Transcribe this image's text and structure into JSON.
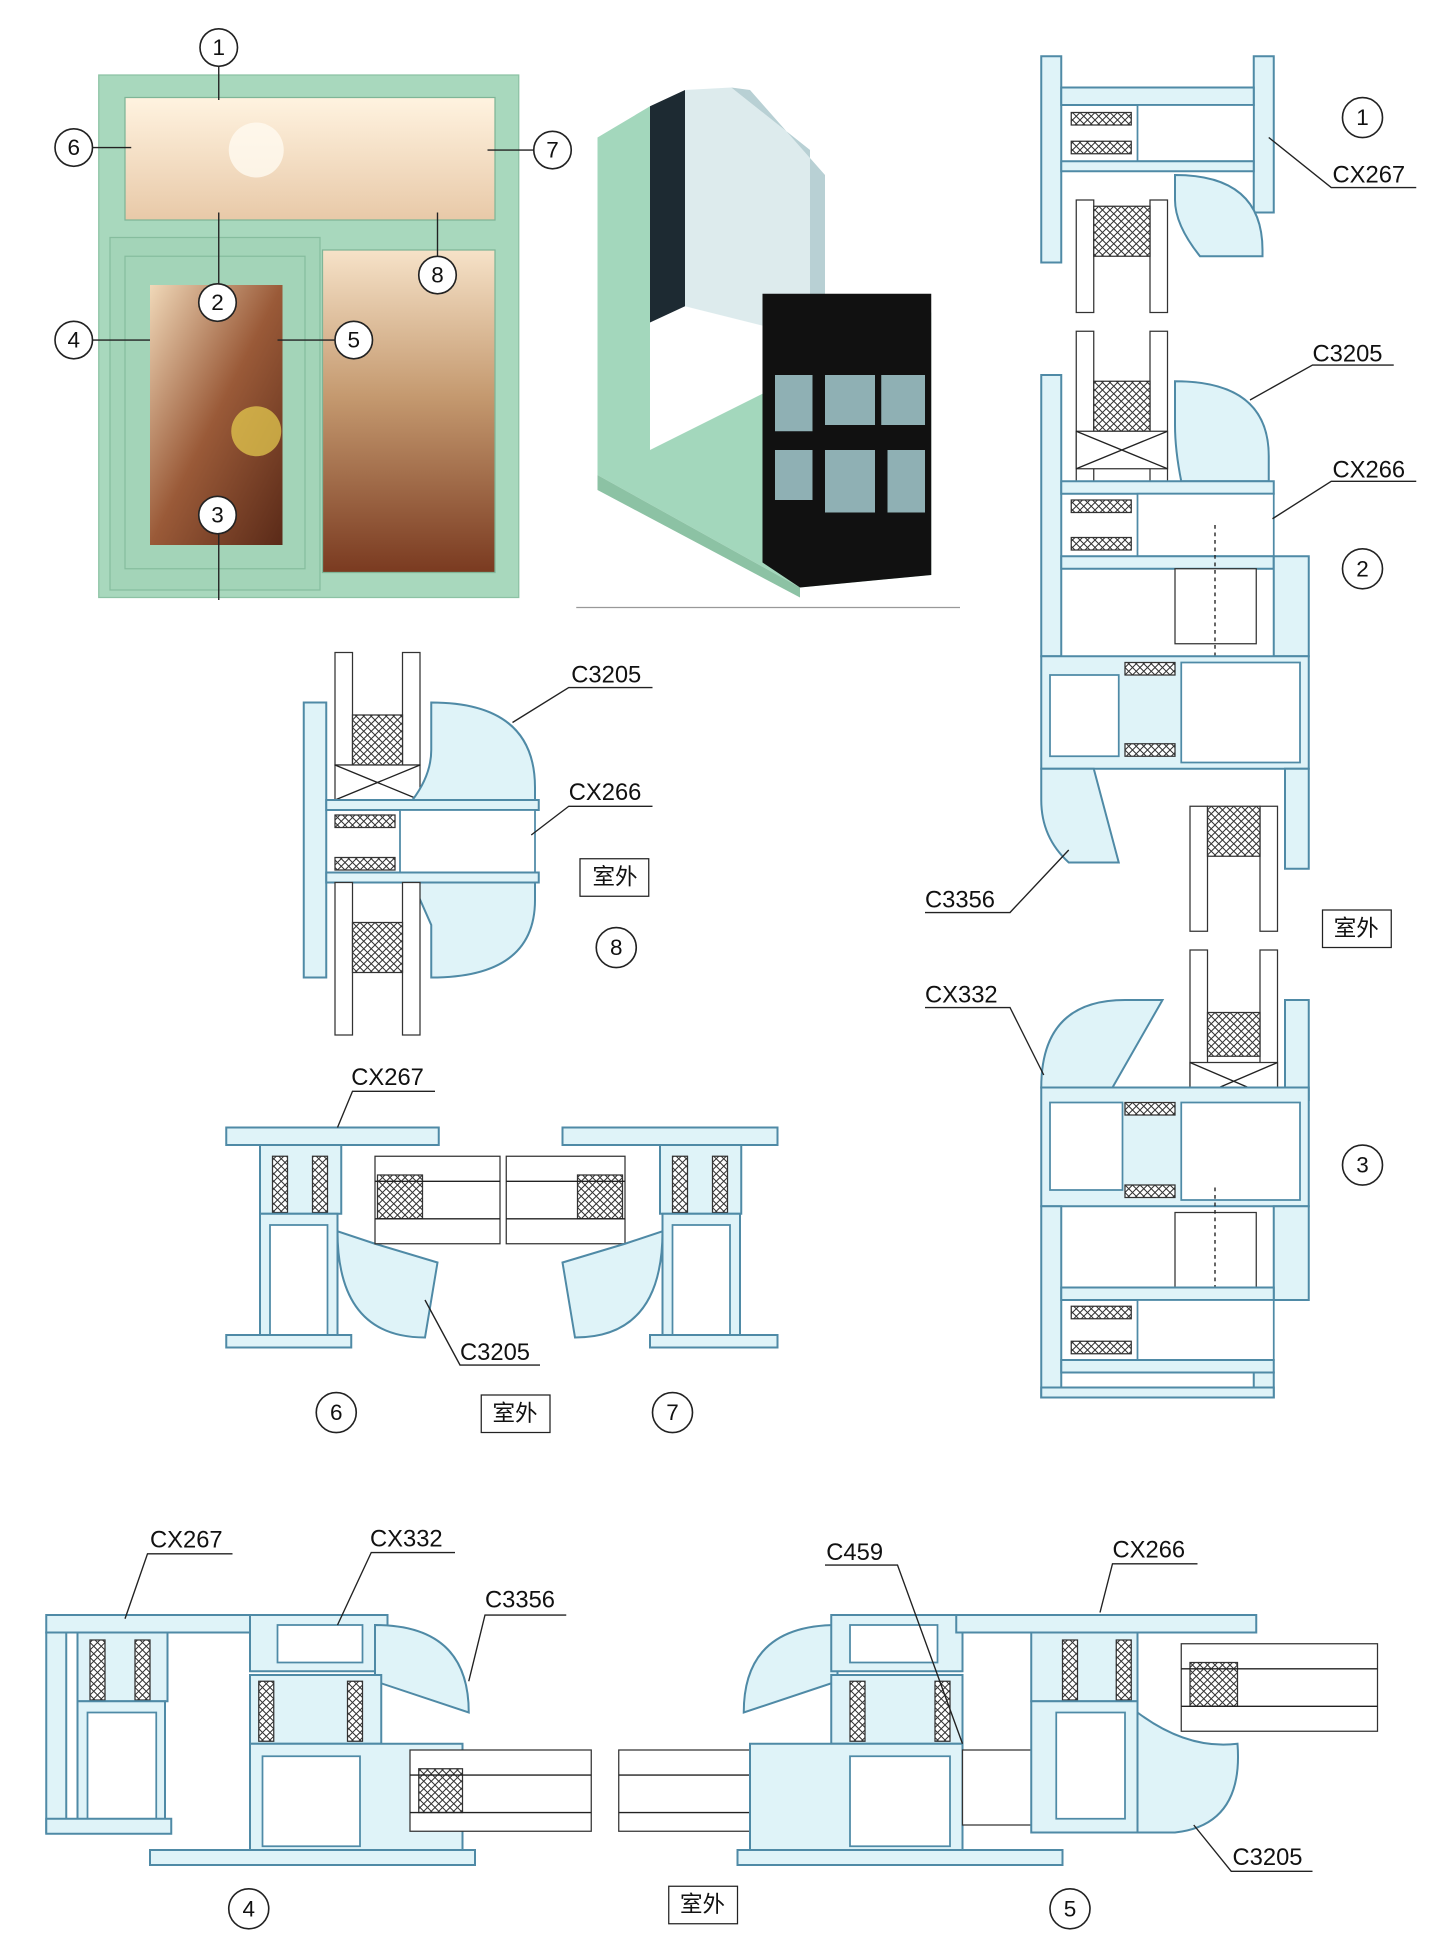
{
  "photo_callouts": [
    "1",
    "2",
    "3",
    "4",
    "5",
    "6",
    "7",
    "8"
  ],
  "outdoor_label": "室外",
  "right_section": {
    "callouts": [
      "1",
      "2",
      "3"
    ],
    "labels": {
      "cx267": "CX267",
      "c3205": "C3205",
      "cx266": "CX266",
      "c3356": "C3356",
      "cx332": "CX332"
    }
  },
  "section_8": {
    "callout": "8",
    "labels": {
      "c3205": "C3205",
      "cx266": "CX266"
    }
  },
  "section_6_7": {
    "callouts": [
      "6",
      "7"
    ],
    "labels": {
      "cx267": "CX267",
      "c3205": "C3205"
    }
  },
  "section_4_5": {
    "callouts": [
      "4",
      "5"
    ],
    "labels": {
      "cx267": "CX267",
      "cx332": "CX332",
      "c3356": "C3356",
      "c459": "C459",
      "cx266": "CX266",
      "c3205": "C3205"
    }
  },
  "colors": {
    "frame_green": "#a8d8bd",
    "profile_fill": "#dff3f8",
    "profile_stroke": "#4f8aa6"
  }
}
